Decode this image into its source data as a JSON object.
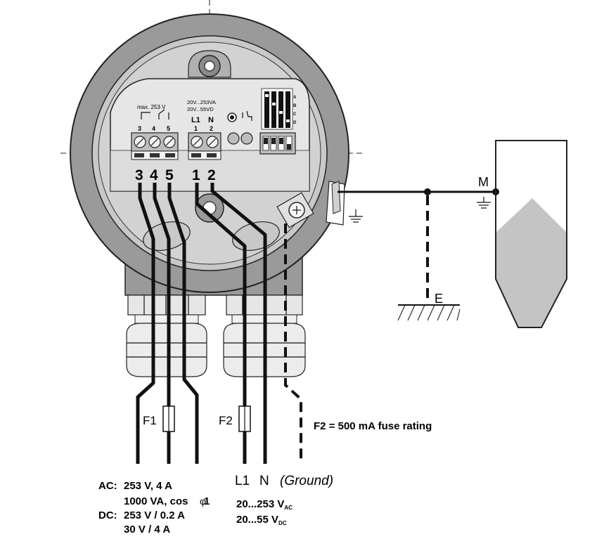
{
  "relay_block": {
    "max_label": "max. 253 V",
    "pins": [
      "3",
      "4",
      "5"
    ]
  },
  "supply_block": {
    "range_ac": "20V...253VA",
    "range_dc": "20V...55VD",
    "terminal_names": [
      "L1",
      "N"
    ],
    "pins": [
      "1",
      "2"
    ]
  },
  "dip_labels": [
    "A",
    "B",
    "C",
    "D"
  ],
  "terminal_numbers": [
    "3",
    "4",
    "5",
    "1",
    "2"
  ],
  "labels": {
    "m": "M",
    "e": "E",
    "f1": "F1",
    "f2": "F2"
  },
  "fuse_note": "F2 = 500 mA fuse rating",
  "wire_labels": {
    "l1": "L1",
    "n": "N",
    "ground": "(Ground)"
  },
  "relay_rating": {
    "ac_prefix": "AC:",
    "ac_line1": "253 V, 4 A",
    "ac_line2": "1000 VA, cos",
    "ac_phi": "φ",
    "ac_one": "1",
    "dc_prefix": "DC:",
    "dc_line1": "253 V / 0.2 A",
    "dc_line2": "30 V / 4 A"
  },
  "supply_rating": {
    "ac_value": "20...253 V",
    "ac_sub": "AC",
    "dc_value": "20...55 V",
    "dc_sub": "DC"
  }
}
